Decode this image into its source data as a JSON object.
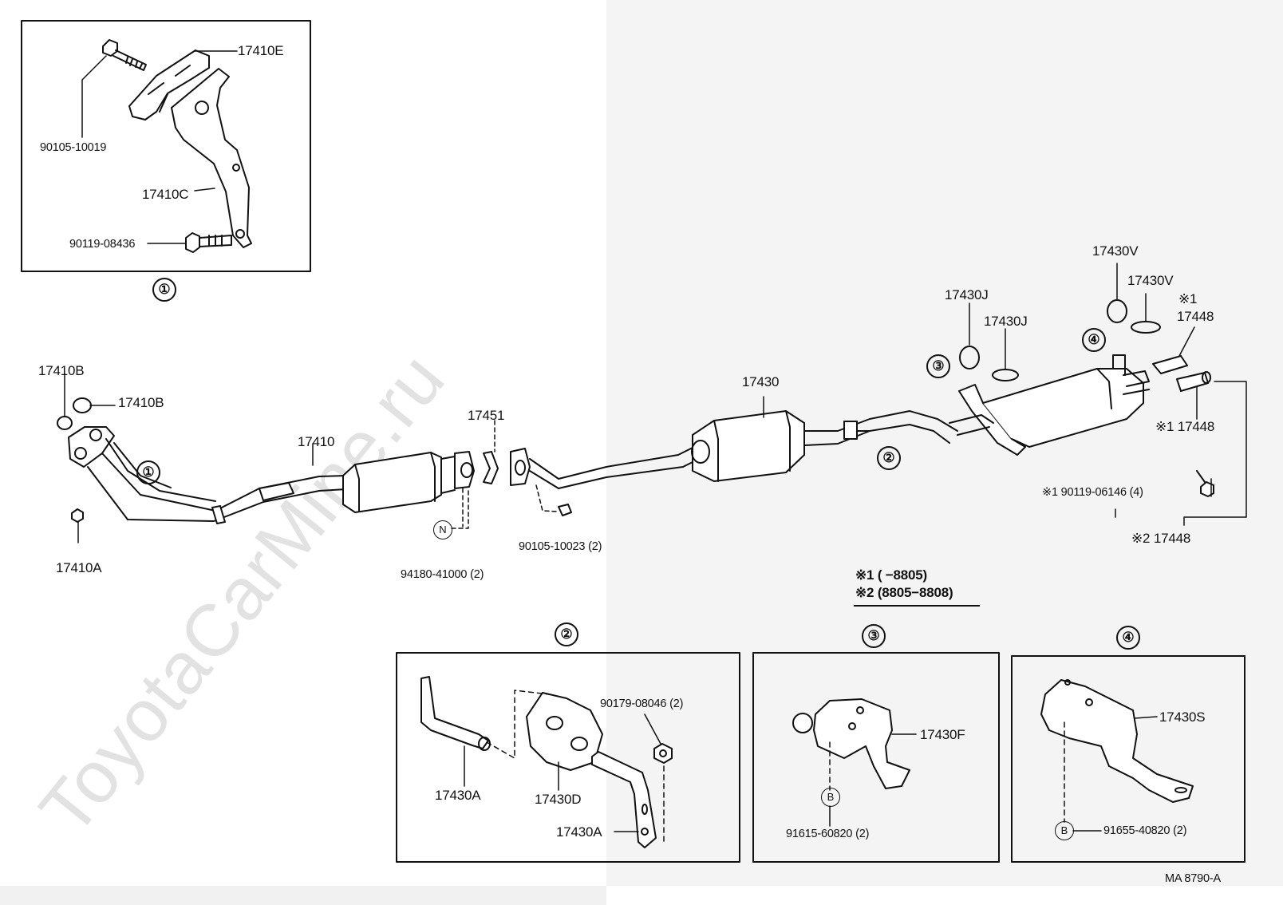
{
  "watermark": "ToyotaCarMine.ru",
  "diagram_code": "MA  8790-A",
  "legend": {
    "line1": "※1 (       −8805)",
    "line2": "※2 (8805−8808)"
  },
  "panel_numbers": [
    "①",
    "②",
    "③",
    "④"
  ],
  "markers": {
    "n": "N",
    "b": "B"
  },
  "labels": {
    "p17410E": "17410E",
    "p90105_10019": "90105-10019",
    "p17410C": "17410C",
    "p90119_08436": "90119-08436",
    "p17410B_1": "17410B",
    "p17410B_2": "17410B",
    "p17410A": "17410A",
    "p17410": "17410",
    "p17451": "17451",
    "p94180_41000": "94180-41000 (2)",
    "p90105_10023": "90105-10023 (2)",
    "p17430": "17430",
    "p17430J_1": "17430J",
    "p17430J_2": "17430J",
    "p17430V_1": "17430V",
    "p17430V_2": "17430V",
    "p17448_a_mark": "※1",
    "p17448_a": "17448",
    "p17448_b": "※1 17448",
    "p90119_06146": "※1  90119-06146 (4)",
    "p17448_c": "※2 17448",
    "p17430A_1": "17430A",
    "p17430D": "17430D",
    "p90179_08046": "90179-08046 (2)",
    "p17430A_2": "17430A",
    "p17430F": "17430F",
    "p91615_60820": "91615-60820 (2)",
    "p17430S": "17430S",
    "p91655_40820": "91655-40820 (2)"
  }
}
